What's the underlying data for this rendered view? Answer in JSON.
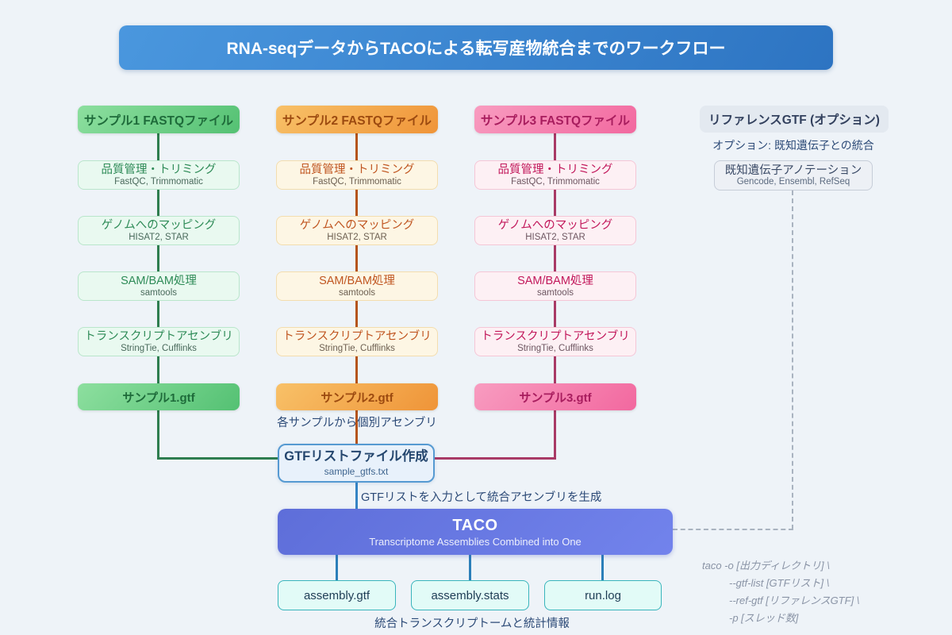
{
  "title": "RNA-seqデータからTACOによる転写産物統合までのワークフロー",
  "samples": [
    {
      "header": "サンプル1 FASTQファイル",
      "steps": [
        {
          "label": "品質管理・トリミング",
          "tools": "FastQC, Trimmomatic"
        },
        {
          "label": "ゲノムへのマッピング",
          "tools": "HISAT2, STAR"
        },
        {
          "label": "SAM/BAM処理",
          "tools": "samtools"
        },
        {
          "label": "トランスクリプトアセンブリ",
          "tools": "StringTie, Cufflinks"
        }
      ],
      "output_gtf": "サンプル1.gtf",
      "accent": "#2e7d4f"
    },
    {
      "header": "サンプル2 FASTQファイル",
      "steps": [
        {
          "label": "品質管理・トリミング",
          "tools": "FastQC, Trimmomatic"
        },
        {
          "label": "ゲノムへのマッピング",
          "tools": "HISAT2, STAR"
        },
        {
          "label": "SAM/BAM処理",
          "tools": "samtools"
        },
        {
          "label": "トランスクリプトアセンブリ",
          "tools": "StringTie, Cufflinks"
        }
      ],
      "output_gtf": "サンプル2.gtf",
      "accent": "#b5541b"
    },
    {
      "header": "サンプル3 FASTQファイル",
      "steps": [
        {
          "label": "品質管理・トリミング",
          "tools": "FastQC, Trimmomatic"
        },
        {
          "label": "ゲノムへのマッピング",
          "tools": "HISAT2, STAR"
        },
        {
          "label": "SAM/BAM処理",
          "tools": "samtools"
        },
        {
          "label": "トランスクリプトアセンブリ",
          "tools": "StringTie, Cufflinks"
        }
      ],
      "output_gtf": "サンプル3.gtf",
      "accent": "#a83a66"
    }
  ],
  "reference": {
    "header": "リファレンスGTF (オプション)",
    "note": "オプション: 既知遺伝子との統合",
    "annotation": {
      "label": "既知遺伝子アノテーション",
      "tools": "Gencode, Ensembl, RefSeq"
    }
  },
  "gtf_list": {
    "label": "GTFリストファイル作成",
    "sub": "sample_gtfs.txt"
  },
  "captions": {
    "per_sample": "各サンプルから個別アセンブリ",
    "gtf_input": "GTFリストを入力として統合アセンブリを生成",
    "outputs": "統合トランスクリプトームと統計情報"
  },
  "taco": {
    "label": "TACO",
    "sub": "Transcriptome Assemblies Combined into One"
  },
  "outputs": [
    "assembly.gtf",
    "assembly.stats",
    "run.log"
  ],
  "command": [
    "taco -o [出力ディレクトリ] \\",
    "--gtf-list [GTFリスト] \\",
    "--ref-gtf [リファレンスGTF] \\",
    "-p [スレッド数]"
  ],
  "colors": {
    "background": "#eef3f8",
    "banner_blue": "#3987d2",
    "sample1_green": "#54c173",
    "sample2_orange": "#ef9438",
    "sample3_pink": "#f2689f",
    "taco_purple": "#6576de",
    "output_teal": "#39b5bc",
    "blue_connector": "#3584c4",
    "dashed_gray": "#a9b3c0"
  }
}
